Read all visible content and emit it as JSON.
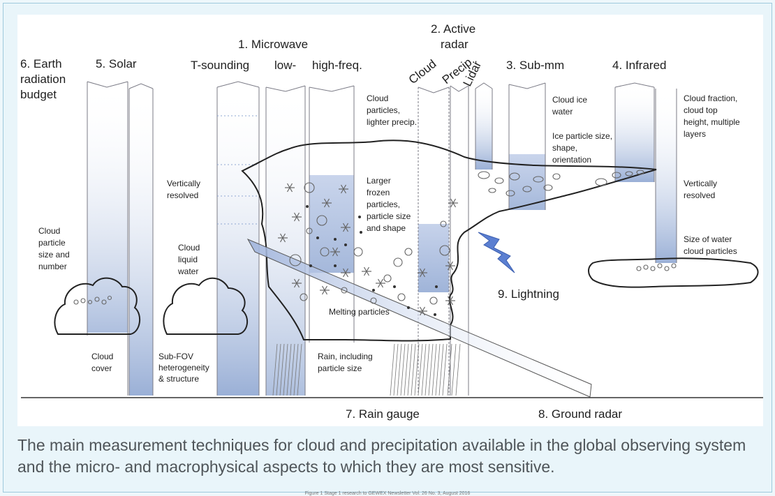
{
  "labels": {
    "earth_radiation": [
      "6. Earth",
      "radiation",
      "budget"
    ],
    "solar": "5. Solar",
    "microwave": "1. Microwave",
    "t_sounding": "T-sounding",
    "low": "low-",
    "high": "high-freq.",
    "active_radar": [
      "2. Active",
      "radar"
    ],
    "cloud_rot": "Cloud",
    "precip_rot": "Precip.",
    "lidar_rot": "Lidar",
    "submm": "3. Sub-mm",
    "infrared": "4. Infrared",
    "lightning": "9. Lightning",
    "rain_gauge": "7. Rain gauge",
    "ground_radar": "8. Ground radar"
  },
  "notes": {
    "cloud_particle_size": [
      "Cloud",
      "particle",
      "size and",
      "number"
    ],
    "cloud_cover": [
      "Cloud",
      "cover"
    ],
    "vert_resolved_left": [
      "Vertically",
      "resolved"
    ],
    "cloud_liquid": [
      "Cloud",
      "liquid",
      "water"
    ],
    "sub_fov": [
      "Sub-FOV",
      "heterogeneity",
      "& structure"
    ],
    "cloud_particles_lighter": [
      "Cloud",
      "particles,",
      "lighter precip."
    ],
    "larger_frozen": [
      "Larger",
      "frozen",
      "particles,",
      "particle size",
      "and shape"
    ],
    "melting": "Melting particles",
    "rain_size": [
      "Rain, including",
      "particle size"
    ],
    "cloud_ice": [
      "Cloud ice",
      "water"
    ],
    "ice_particle": [
      "Ice particle size,",
      "shape,",
      "orientation"
    ],
    "cloud_fraction": [
      "Cloud fraction,",
      "cloud top",
      "height, multiple",
      "layers"
    ],
    "vert_resolved_right": [
      "Vertically",
      "resolved"
    ],
    "size_water": [
      "Size of water",
      "cloud particles"
    ]
  },
  "caption": "The main measurement techniques for cloud and precipitation available in the global observing system and the micro- and macrophysical aspects to which they are most sensitive.",
  "credit": "Figure 1 Stage 1 research to GEWEX Newsletter Vol. 26 No. 3, August 2016",
  "colors": {
    "column_blue": "#8fa7d2",
    "caption_text": "#4f5559",
    "frame": "#9ec9dd"
  }
}
